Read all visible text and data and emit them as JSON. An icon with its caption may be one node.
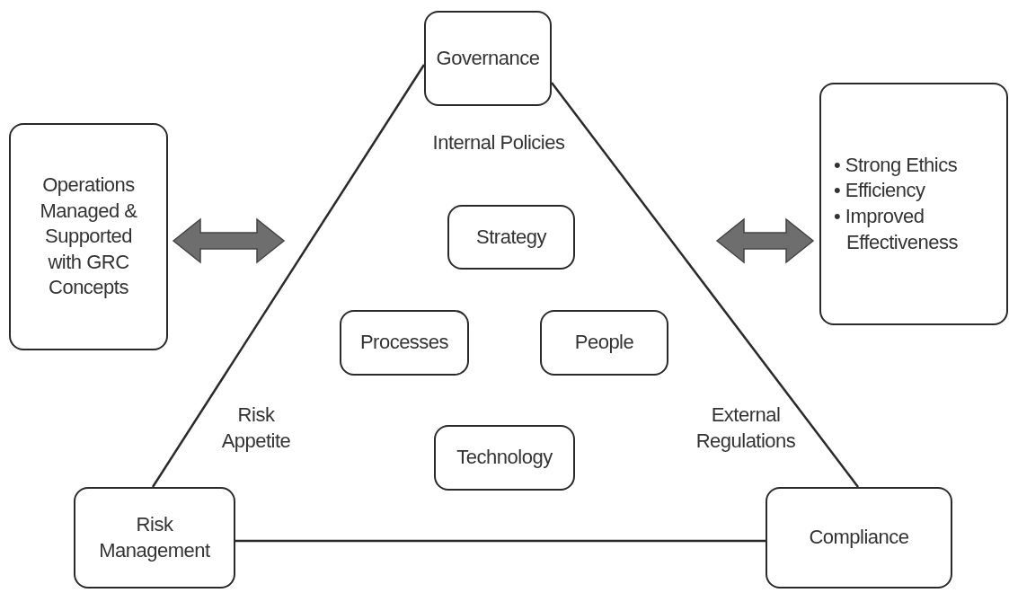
{
  "diagram": {
    "nodes": [
      {
        "text": [
          "Governance"
        ]
      },
      {
        "text": [
          "Operations Managed & Supported with GRC Concepts"
        ]
      },
      {
        "text": [
          "• Strong Ethics",
          "• Efficiency",
          "• Improved Effectiveness"
        ]
      },
      {
        "text": [
          "Strategy"
        ]
      },
      {
        "text": [
          "Processes"
        ]
      },
      {
        "text": [
          "People"
        ]
      },
      {
        "text": [
          "Technology"
        ]
      },
      {
        "text": [
          "Risk Management"
        ]
      },
      {
        "text": [
          "Compliance"
        ]
      }
    ],
    "edges": [
      {
        "from": 0,
        "to": 7,
        "arrow": "none"
      },
      {
        "from": 0,
        "to": 8,
        "arrow": "none"
      },
      {
        "from": 7,
        "to": 8,
        "arrow": "none"
      },
      {
        "from": 1,
        "to": null,
        "arrow": "both",
        "style": "thick",
        "color": "#6e6e6e"
      },
      {
        "from": null,
        "to": 2,
        "arrow": "both",
        "style": "thick",
        "color": "#6e6e6e"
      }
    ],
    "labels": [
      "Internal Policies",
      "Risk Appetite",
      "External Regulations"
    ]
  }
}
